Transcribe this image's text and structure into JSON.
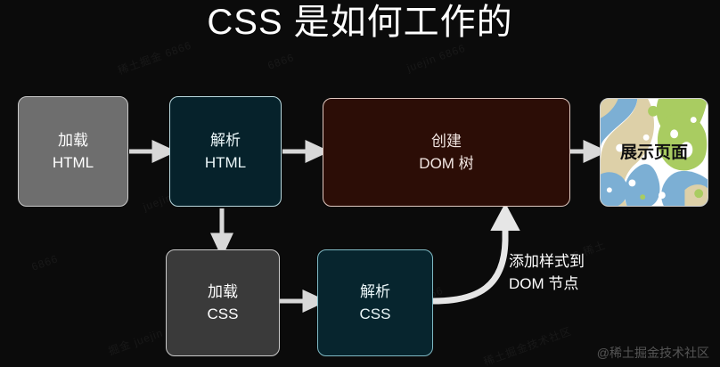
{
  "title": "CSS 是如何工作的",
  "credit": "@稀土掘金技术社区",
  "colors": {
    "background": "#0b0b0b",
    "arrow": "#d8d8d8",
    "title_text": "#ffffff",
    "node_gray_bg": "#6e6e6e",
    "node_teal_bg": "#06222b",
    "node_maroon_bg": "#2c0d06",
    "node_dark_bg": "#3a3a3a",
    "art_green": "#a9cc61",
    "art_blue": "#7cafd4",
    "art_tan": "#ddd0a8",
    "art_white": "#ffffff"
  },
  "nodes": [
    {
      "id": "load-html",
      "line1": "加载",
      "line2": "HTML"
    },
    {
      "id": "parse-html",
      "line1": "解析",
      "line2": "HTML"
    },
    {
      "id": "create-dom",
      "line1": "创建",
      "line2": "DOM 树"
    },
    {
      "id": "show-page",
      "line1": "展示页面",
      "line2": ""
    },
    {
      "id": "load-css",
      "line1": "加载",
      "line2": "CSS"
    },
    {
      "id": "parse-css",
      "line1": "解析",
      "line2": "CSS"
    }
  ],
  "edges": [
    {
      "id": "load-html-to-parse-html",
      "label": ""
    },
    {
      "id": "parse-html-to-create-dom",
      "label": ""
    },
    {
      "id": "create-dom-to-show-page",
      "label": ""
    },
    {
      "id": "parse-html-to-load-css",
      "label": ""
    },
    {
      "id": "load-css-to-parse-css",
      "label": ""
    },
    {
      "id": "parse-css-to-create-dom",
      "label_line1": "添加样式到",
      "label_line2": "DOM 节点"
    }
  ],
  "curve_label": {
    "line1": "添加样式到",
    "line2": "DOM 节点"
  },
  "watermarks": [
    "稀土掘金 6866",
    "juejin 6866",
    "稀土 6866",
    "掘金 6866",
    "juejin",
    "6866",
    "稀土掘金",
    "juejin 6866",
    "6866 稀土",
    "掘金 juejin",
    "6866",
    "稀土掘金技术社区"
  ]
}
